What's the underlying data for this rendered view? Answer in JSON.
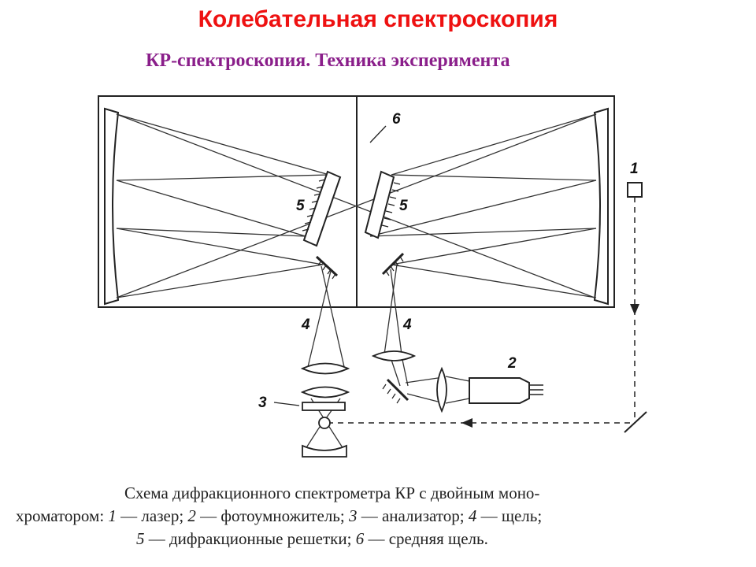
{
  "header": {
    "title": "Колебательная спектроскопия",
    "subtitle": "КР-спектроскопия. Техника эксперимента"
  },
  "diagram": {
    "labels": {
      "laser": "1",
      "photomultiplier": "2",
      "analyzer": "3",
      "slit_left": "4",
      "slit_right": "4",
      "grating_left": "5",
      "grating_right": "5",
      "middle_slit": "6"
    }
  },
  "caption": {
    "line1": "Схема дифракционного спектрометра КР с двойным моно-",
    "line2_a": "хроматором: ",
    "n1": "1",
    "line2_b": " — лазер; ",
    "n2": "2",
    "line2_c": " — фотоумножитель; ",
    "n3": "3",
    "line2_d": " — анализатор; ",
    "n4": "4",
    "line2_e": " — щель;",
    "n5": "5",
    "line3_a": " — дифракционные решетки; ",
    "n6": "6",
    "line3_b": " — средняя щель."
  }
}
